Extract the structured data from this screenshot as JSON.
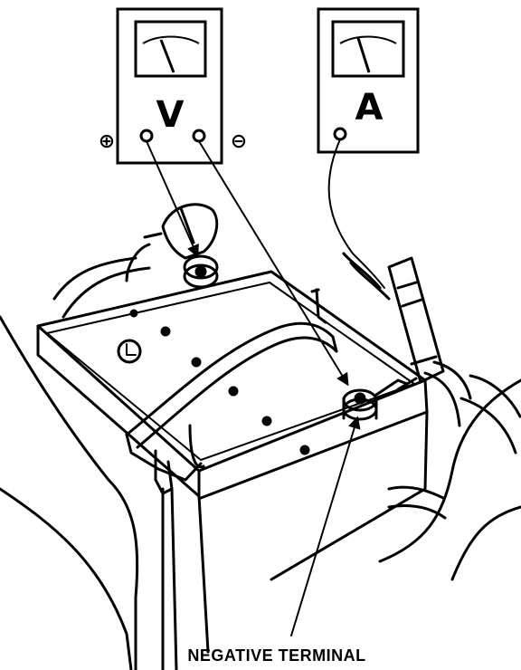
{
  "voltmeter": {
    "letter": "V",
    "plus_symbol": "⊕",
    "minus_symbol": "⊖"
  },
  "ammeter": {
    "letter": "A"
  },
  "caption": "NEGATIVE TERMINAL"
}
